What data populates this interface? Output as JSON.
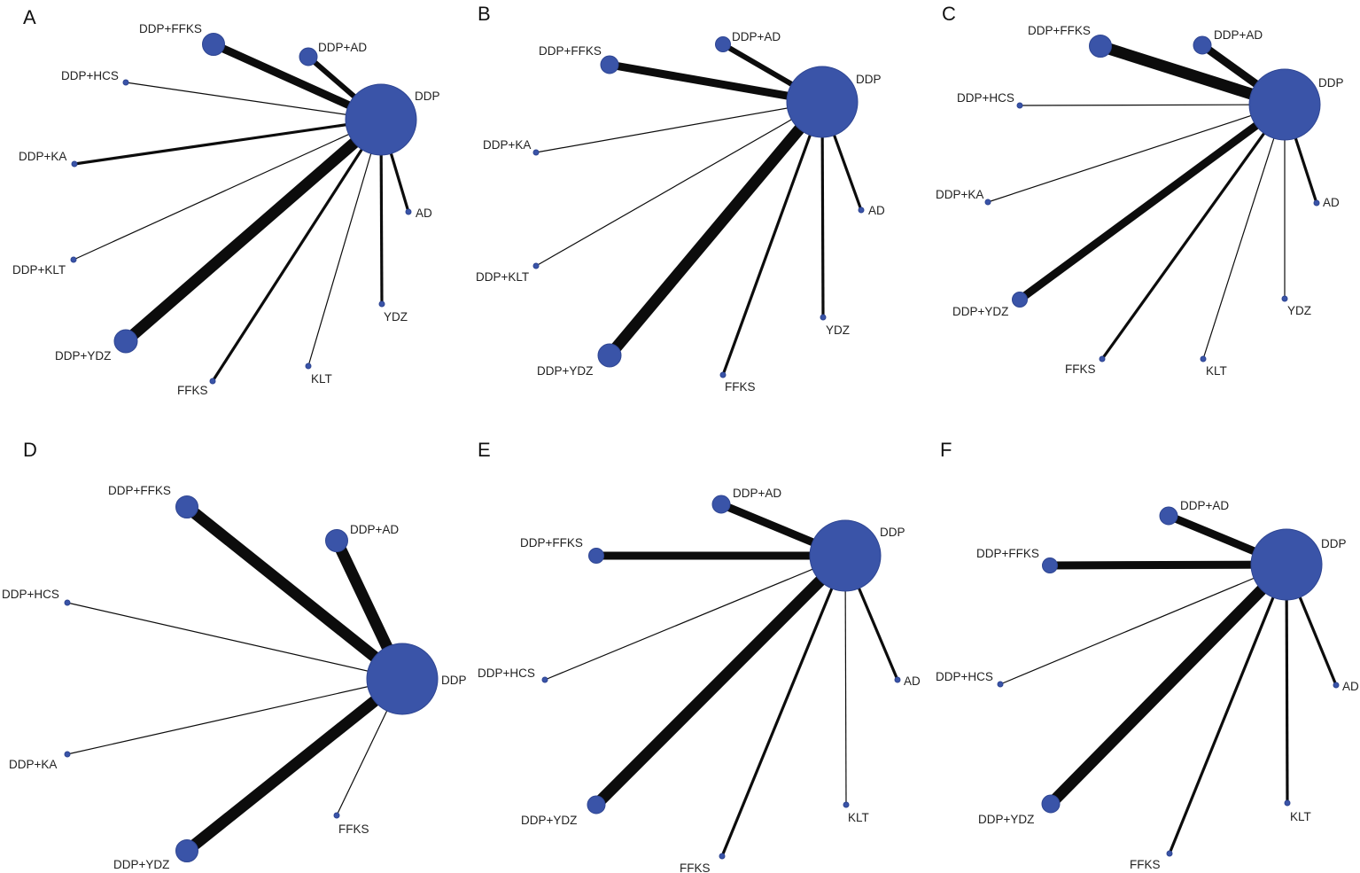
{
  "figure": {
    "panels": [
      {
        "letter": "A",
        "center": "DDP",
        "nodes": [
          {
            "id": "DDP",
            "label": "DDP",
            "size": "center"
          },
          {
            "id": "DDP+FFKS",
            "label": "DDP+FFKS",
            "size": "medium"
          },
          {
            "id": "DDP+AD",
            "label": "DDP+AD",
            "size": "medium-small"
          },
          {
            "id": "DDP+HCS",
            "label": "DDP+HCS",
            "size": "point"
          },
          {
            "id": "DDP+KA",
            "label": "DDP+KA",
            "size": "point"
          },
          {
            "id": "DDP+KLT",
            "label": "DDP+KLT",
            "size": "point"
          },
          {
            "id": "DDP+YDZ",
            "label": "DDP+YDZ",
            "size": "large"
          },
          {
            "id": "FFKS",
            "label": "FFKS",
            "size": "point"
          },
          {
            "id": "KLT",
            "label": "KLT",
            "size": "point"
          },
          {
            "id": "YDZ",
            "label": "YDZ",
            "size": "point"
          },
          {
            "id": "AD",
            "label": "AD",
            "size": "point"
          }
        ],
        "edges": [
          {
            "from": "DDP",
            "to": "DDP+FFKS",
            "weight": "thick"
          },
          {
            "from": "DDP",
            "to": "DDP+AD",
            "weight": "medium-thick"
          },
          {
            "from": "DDP",
            "to": "DDP+HCS",
            "weight": "thin"
          },
          {
            "from": "DDP",
            "to": "DDP+KA",
            "weight": "medium"
          },
          {
            "from": "DDP",
            "to": "DDP+KLT",
            "weight": "thin"
          },
          {
            "from": "DDP",
            "to": "DDP+YDZ",
            "weight": "very-thick"
          },
          {
            "from": "DDP",
            "to": "FFKS",
            "weight": "medium"
          },
          {
            "from": "DDP",
            "to": "KLT",
            "weight": "thin"
          },
          {
            "from": "DDP",
            "to": "YDZ",
            "weight": "medium"
          },
          {
            "from": "DDP",
            "to": "AD",
            "weight": "medium"
          }
        ]
      },
      {
        "letter": "B",
        "center": "DDP",
        "nodes": [
          {
            "id": "DDP",
            "label": "DDP",
            "size": "center"
          },
          {
            "id": "DDP+AD",
            "label": "DDP+AD",
            "size": "small"
          },
          {
            "id": "DDP+FFKS",
            "label": "DDP+FFKS",
            "size": "medium-small"
          },
          {
            "id": "DDP+KA",
            "label": "DDP+KA",
            "size": "point"
          },
          {
            "id": "DDP+KLT",
            "label": "DDP+KLT",
            "size": "point"
          },
          {
            "id": "DDP+YDZ",
            "label": "DDP+YDZ",
            "size": "large"
          },
          {
            "id": "FFKS",
            "label": "FFKS",
            "size": "point"
          },
          {
            "id": "YDZ",
            "label": "YDZ",
            "size": "point"
          },
          {
            "id": "AD",
            "label": "AD",
            "size": "point"
          }
        ],
        "edges": [
          {
            "from": "DDP",
            "to": "DDP+AD",
            "weight": "medium-thick"
          },
          {
            "from": "DDP",
            "to": "DDP+FFKS",
            "weight": "thick"
          },
          {
            "from": "DDP",
            "to": "DDP+KA",
            "weight": "thin"
          },
          {
            "from": "DDP",
            "to": "DDP+KLT",
            "weight": "thin"
          },
          {
            "from": "DDP",
            "to": "DDP+YDZ",
            "weight": "very-thick"
          },
          {
            "from": "DDP",
            "to": "FFKS",
            "weight": "medium"
          },
          {
            "from": "DDP",
            "to": "YDZ",
            "weight": "medium"
          },
          {
            "from": "DDP",
            "to": "AD",
            "weight": "medium"
          }
        ]
      },
      {
        "letter": "C",
        "center": "DDP",
        "nodes": [
          {
            "id": "DDP",
            "label": "DDP",
            "size": "center"
          },
          {
            "id": "DDP+FFKS",
            "label": "DDP+FFKS",
            "size": "medium"
          },
          {
            "id": "DDP+AD",
            "label": "DDP+AD",
            "size": "medium-small"
          },
          {
            "id": "DDP+HCS",
            "label": "DDP+HCS",
            "size": "point"
          },
          {
            "id": "DDP+KA",
            "label": "DDP+KA",
            "size": "point"
          },
          {
            "id": "DDP+YDZ",
            "label": "DDP+YDZ",
            "size": "small"
          },
          {
            "id": "FFKS",
            "label": "FFKS",
            "size": "point"
          },
          {
            "id": "KLT",
            "label": "KLT",
            "size": "point"
          },
          {
            "id": "YDZ",
            "label": "YDZ",
            "size": "point"
          },
          {
            "id": "AD",
            "label": "AD",
            "size": "point"
          }
        ],
        "edges": [
          {
            "from": "DDP",
            "to": "DDP+FFKS",
            "weight": "very-thick"
          },
          {
            "from": "DDP",
            "to": "DDP+AD",
            "weight": "thick"
          },
          {
            "from": "DDP",
            "to": "DDP+HCS",
            "weight": "thin"
          },
          {
            "from": "DDP",
            "to": "DDP+KA",
            "weight": "thin"
          },
          {
            "from": "DDP",
            "to": "DDP+YDZ",
            "weight": "thick"
          },
          {
            "from": "DDP",
            "to": "FFKS",
            "weight": "medium"
          },
          {
            "from": "DDP",
            "to": "KLT",
            "weight": "thin"
          },
          {
            "from": "DDP",
            "to": "YDZ",
            "weight": "thin"
          },
          {
            "from": "DDP",
            "to": "AD",
            "weight": "medium"
          }
        ]
      },
      {
        "letter": "D",
        "center": "DDP",
        "nodes": [
          {
            "id": "DDP",
            "label": "DDP",
            "size": "center"
          },
          {
            "id": "DDP+FFKS",
            "label": "DDP+FFKS",
            "size": "medium"
          },
          {
            "id": "DDP+AD",
            "label": "DDP+AD",
            "size": "medium"
          },
          {
            "id": "DDP+HCS",
            "label": "DDP+HCS",
            "size": "point"
          },
          {
            "id": "DDP+KA",
            "label": "DDP+KA",
            "size": "point"
          },
          {
            "id": "DDP+YDZ",
            "label": "DDP+YDZ",
            "size": "medium"
          },
          {
            "id": "FFKS",
            "label": "FFKS",
            "size": "point"
          }
        ],
        "edges": [
          {
            "from": "DDP",
            "to": "DDP+FFKS",
            "weight": "very-thick"
          },
          {
            "from": "DDP",
            "to": "DDP+AD",
            "weight": "very-thick"
          },
          {
            "from": "DDP",
            "to": "DDP+HCS",
            "weight": "thin"
          },
          {
            "from": "DDP",
            "to": "DDP+KA",
            "weight": "thin"
          },
          {
            "from": "DDP",
            "to": "DDP+YDZ",
            "weight": "very-thick"
          },
          {
            "from": "DDP",
            "to": "FFKS",
            "weight": "thin"
          }
        ]
      },
      {
        "letter": "E",
        "center": "DDP",
        "nodes": [
          {
            "id": "DDP",
            "label": "DDP",
            "size": "center"
          },
          {
            "id": "DDP+AD",
            "label": "DDP+AD",
            "size": "medium-small"
          },
          {
            "id": "DDP+FFKS",
            "label": "DDP+FFKS",
            "size": "small"
          },
          {
            "id": "DDP+HCS",
            "label": "DDP+HCS",
            "size": "point"
          },
          {
            "id": "DDP+YDZ",
            "label": "DDP+YDZ",
            "size": "medium-small"
          },
          {
            "id": "FFKS",
            "label": "FFKS",
            "size": "point"
          },
          {
            "id": "KLT",
            "label": "KLT",
            "size": "point"
          },
          {
            "id": "AD",
            "label": "AD",
            "size": "point"
          }
        ],
        "edges": [
          {
            "from": "DDP",
            "to": "DDP+AD",
            "weight": "thick"
          },
          {
            "from": "DDP",
            "to": "DDP+FFKS",
            "weight": "thick"
          },
          {
            "from": "DDP",
            "to": "DDP+HCS",
            "weight": "thin"
          },
          {
            "from": "DDP",
            "to": "DDP+YDZ",
            "weight": "very-thick"
          },
          {
            "from": "DDP",
            "to": "FFKS",
            "weight": "medium"
          },
          {
            "from": "DDP",
            "to": "KLT",
            "weight": "thin"
          },
          {
            "from": "DDP",
            "to": "AD",
            "weight": "medium"
          }
        ]
      },
      {
        "letter": "F",
        "center": "DDP",
        "nodes": [
          {
            "id": "DDP",
            "label": "DDP",
            "size": "center"
          },
          {
            "id": "DDP+AD",
            "label": "DDP+AD",
            "size": "medium-small"
          },
          {
            "id": "DDP+FFKS",
            "label": "DDP+FFKS",
            "size": "small"
          },
          {
            "id": "DDP+HCS",
            "label": "DDP+HCS",
            "size": "point"
          },
          {
            "id": "DDP+YDZ",
            "label": "DDP+YDZ",
            "size": "medium-small"
          },
          {
            "id": "FFKS",
            "label": "FFKS",
            "size": "point"
          },
          {
            "id": "KLT",
            "label": "KLT",
            "size": "point"
          },
          {
            "id": "AD",
            "label": "AD",
            "size": "point"
          }
        ],
        "edges": [
          {
            "from": "DDP",
            "to": "DDP+AD",
            "weight": "thick"
          },
          {
            "from": "DDP",
            "to": "DDP+FFKS",
            "weight": "thick"
          },
          {
            "from": "DDP",
            "to": "DDP+HCS",
            "weight": "thin"
          },
          {
            "from": "DDP",
            "to": "DDP+YDZ",
            "weight": "very-thick"
          },
          {
            "from": "DDP",
            "to": "FFKS",
            "weight": "medium"
          },
          {
            "from": "DDP",
            "to": "KLT",
            "weight": "medium"
          },
          {
            "from": "DDP",
            "to": "AD",
            "weight": "medium"
          }
        ]
      }
    ],
    "colors": {
      "node_fill": "#3a54a8",
      "node_stroke": "#2e4592",
      "edge": "#0c0c0c",
      "label": "#222222",
      "background": "#ffffff"
    }
  }
}
